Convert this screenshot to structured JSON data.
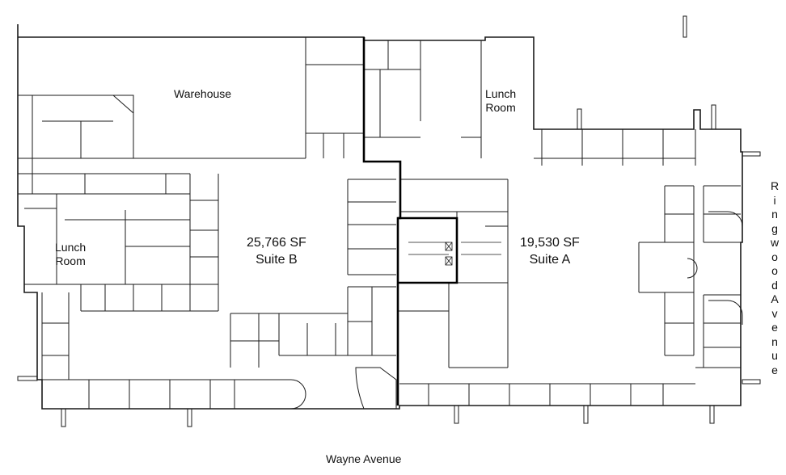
{
  "labels": {
    "warehouse": "Warehouse",
    "lunch_room_top": [
      "Lunch",
      "Room"
    ],
    "lunch_room_left": [
      "Lunch",
      "Room"
    ],
    "suite_b": [
      "25,766 SF",
      "Suite B"
    ],
    "suite_a": [
      "19,530 SF",
      "Suite A"
    ],
    "street_bottom": "Wayne Avenue",
    "street_right_line1": "Ringwood",
    "street_right_line2": "Avenue"
  },
  "colors": {
    "wall": "#1a1a1a",
    "background": "#ffffff"
  }
}
